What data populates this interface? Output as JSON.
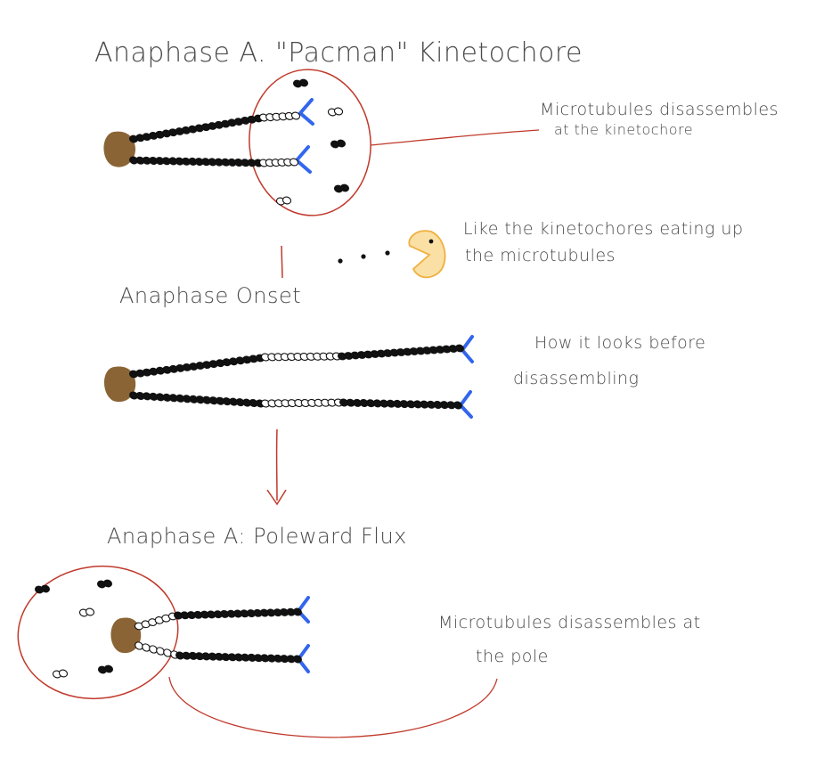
{
  "diagram": {
    "titles": {
      "pacman": "Anaphase A. \"Pacman\" Kinetochore",
      "onset": "Anaphase Onset",
      "flux": "Anaphase A: Poleward Flux"
    },
    "notes": {
      "pacman_line1": "Microtubules disassembles",
      "pacman_line2": "at the kinetochore",
      "eating_line1": "Like the kinetochores eating up",
      "eating_line2": "the microtubules",
      "before_line1": "How it looks before",
      "before_line2": "disassembling",
      "flux_line1": "Microtubules disassembles at",
      "flux_line2": "the pole"
    },
    "colors": {
      "pole": "#8b6436",
      "kinetochore": "#3366ee",
      "tubulin": "#111111",
      "circle": "#c0392b",
      "pacman": "#f5c75a"
    }
  }
}
